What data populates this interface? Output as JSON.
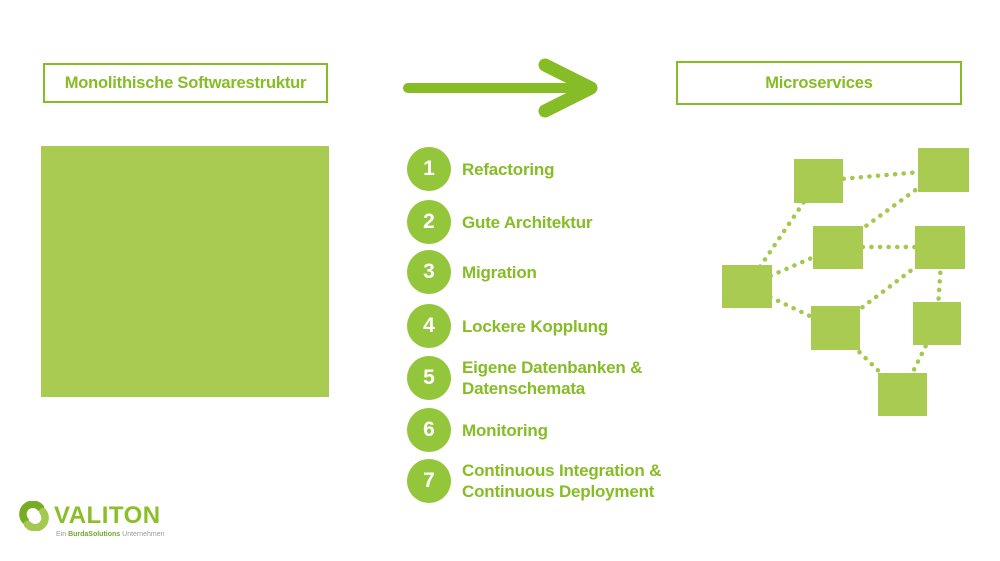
{
  "header": {
    "left_box": {
      "label": "Monolithische Softwarestruktur"
    },
    "right_box": {
      "label": "Microservices"
    }
  },
  "steps": [
    {
      "num": "1",
      "lines": [
        "Refactoring"
      ]
    },
    {
      "num": "2",
      "lines": [
        "Gute Architektur"
      ]
    },
    {
      "num": "3",
      "lines": [
        "Migration"
      ]
    },
    {
      "num": "4",
      "lines": [
        "Lockere Kopplung"
      ]
    },
    {
      "num": "5",
      "lines": [
        "Eigene Datenbanken &",
        "Datenschemata"
      ]
    },
    {
      "num": "6",
      "lines": [
        "Monitoring"
      ]
    },
    {
      "num": "7",
      "lines": [
        "Continuous Integration &",
        "Continuous Deployment"
      ]
    }
  ],
  "logo": {
    "wordmark": "VALITON",
    "tagline": {
      "prefix": "Ein ",
      "brand": "BurdaSolutions",
      "suffix": " Unternehmen"
    }
  },
  "icons": {
    "transition_arrow": "right-arrow",
    "logo_mark": "circular-swirl"
  },
  "colors": {
    "green_text_border": "#86BC26",
    "green_circle": "#93C63A",
    "green_block": "#A9CB51",
    "green_dots": "#A3C84D",
    "white": "#ffffff",
    "gray_tagline": "#9a9a9a"
  },
  "network": {
    "node_count": 8,
    "nodes": [
      "A",
      "B",
      "C",
      "D",
      "E",
      "F",
      "G",
      "H"
    ],
    "edges": [
      [
        "A",
        "B"
      ],
      [
        "B",
        "C"
      ],
      [
        "C",
        "D"
      ],
      [
        "A",
        "E"
      ],
      [
        "E",
        "C"
      ],
      [
        "E",
        "F"
      ],
      [
        "F",
        "D"
      ],
      [
        "D",
        "G"
      ],
      [
        "F",
        "H"
      ],
      [
        "G",
        "H"
      ]
    ]
  }
}
